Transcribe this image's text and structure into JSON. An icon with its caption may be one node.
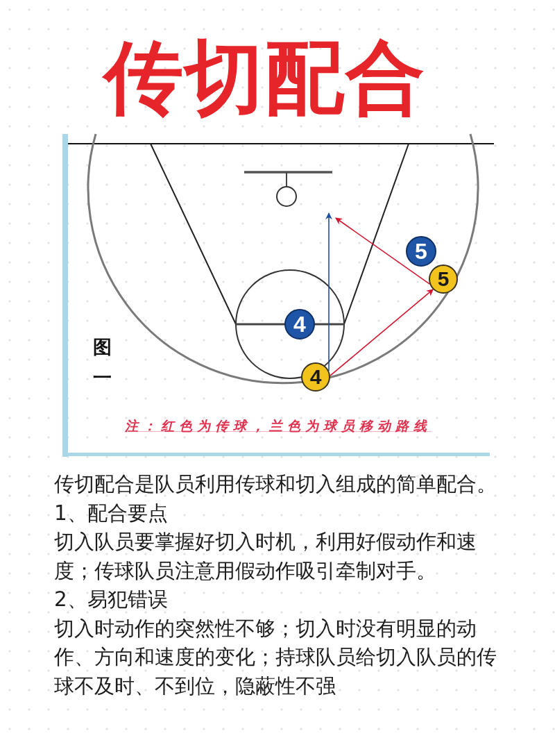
{
  "diagram": {
    "title": "传切配合",
    "nodes": [
      {
        "text": [
          "5"
        ]
      },
      {
        "text": [
          "5"
        ]
      },
      {
        "text": [
          "4"
        ]
      },
      {
        "text": [
          "4"
        ]
      }
    ],
    "edges": [
      {
        "from": 3,
        "to": 1,
        "arrow": "to"
      },
      {
        "from": 3,
        "to": null,
        "arrow": "to",
        "color": "#1c4fa0"
      },
      {
        "from": 1,
        "to": null,
        "arrow": "to"
      }
    ],
    "labels": [
      "图一",
      "注：红色为传球，兰色为球员移动路线",
      "传切配合是队员利用传球和切入组成的简单配合。",
      "1、配合要点",
      "切入队员要掌握好切入时机，利用好假动作和速度；传球队员注意用假动作吸引牵制对手。",
      "2、易犯错误",
      "切入时动作的突然性不够；切入时没有明显的动作、方向和速度的变化；持球队员给切入队员的传球不及时、不到位，隐蔽性不强"
    ]
  }
}
